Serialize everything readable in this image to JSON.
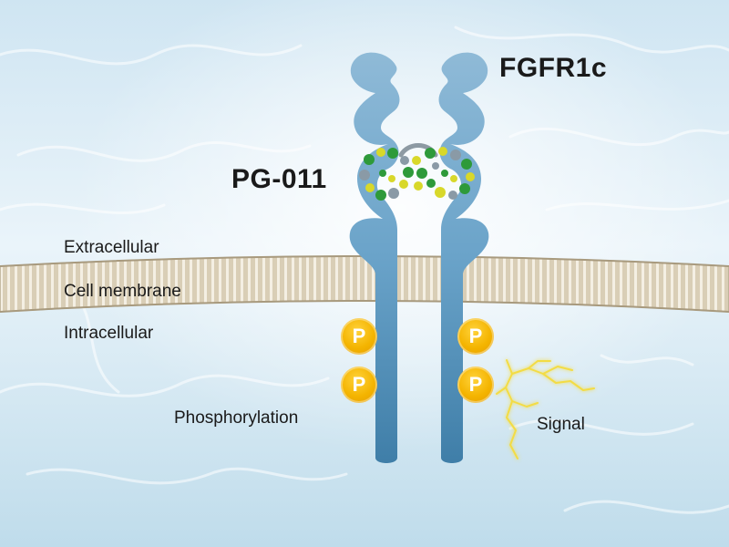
{
  "labels": {
    "receptor": "FGFR1c",
    "ligand": "PG-011",
    "extracellular": "Extracellular",
    "membrane": "Cell membrane",
    "intracellular": "Intracellular",
    "phosphorylation": "Phosphorylation",
    "signal": "Signal"
  },
  "phospho_symbol": "P",
  "colors": {
    "receptor": "#5f9cc6",
    "membrane": "#d8cdb6",
    "phospho": "#f4b400",
    "signal": "#f1d84a",
    "ligand_green": "#2e9a3a",
    "ligand_yellow": "#d8d82a",
    "ligand_grey": "#8a9aa6"
  }
}
